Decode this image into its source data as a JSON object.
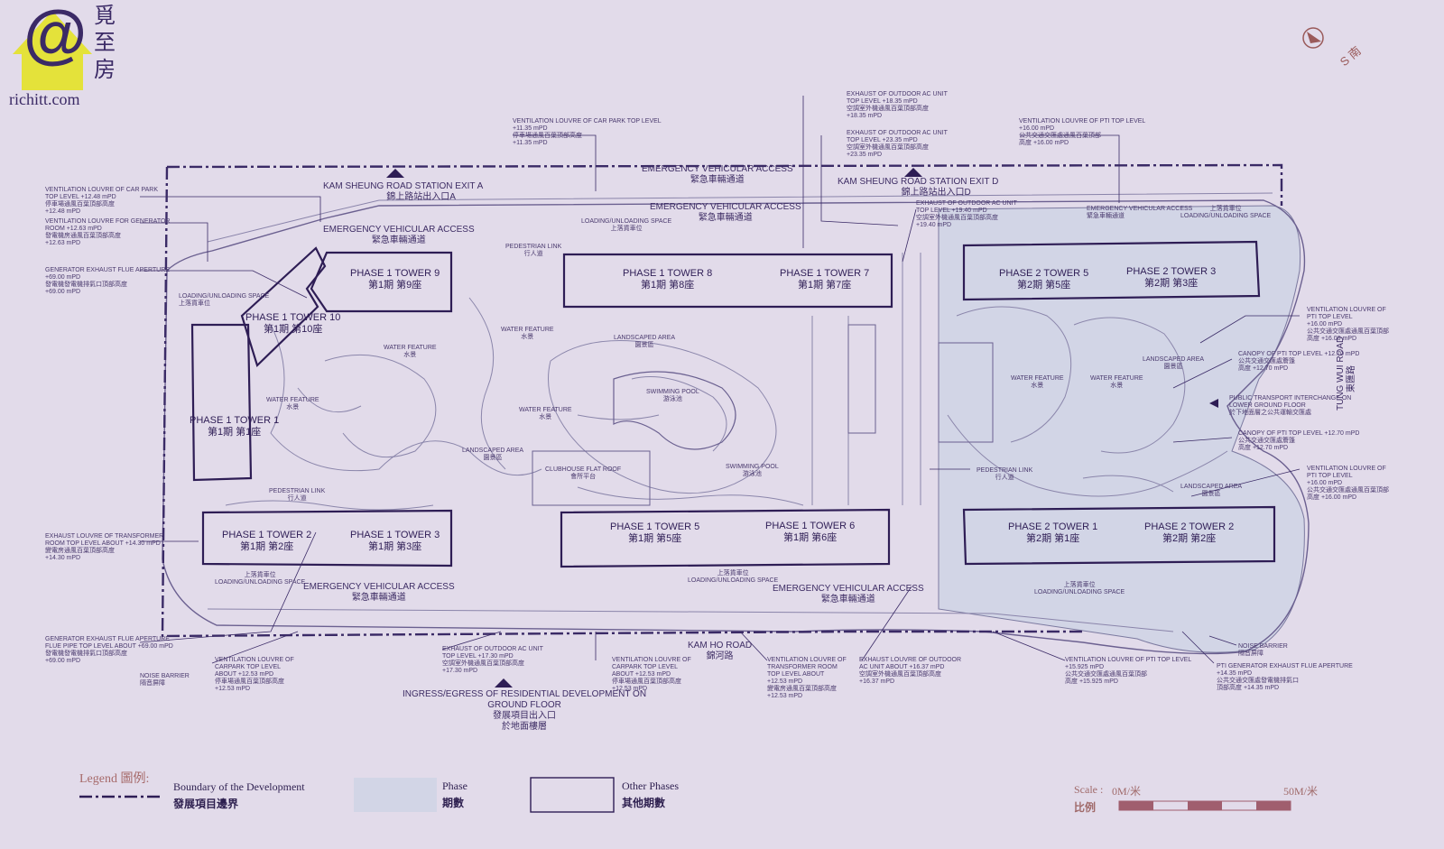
{
  "brand": {
    "logo_symbol": "@",
    "cjk": "覓至房",
    "url": "richitt.com"
  },
  "compass": {
    "label": "S 南"
  },
  "towers": [
    {
      "name": "PHASE 1 TOWER 9",
      "cjk": "第1期 第9座"
    },
    {
      "name": "PHASE 1 TOWER 10",
      "cjk": "第1期 第10座"
    },
    {
      "name": "PHASE 1 TOWER 1",
      "cjk": "第1期 第1座"
    },
    {
      "name": "PHASE 1 TOWER 2",
      "cjk": "第1期 第2座"
    },
    {
      "name": "PHASE 1 TOWER 3",
      "cjk": "第1期 第3座"
    },
    {
      "name": "PHASE 1 TOWER 8",
      "cjk": "第1期 第8座"
    },
    {
      "name": "PHASE 1 TOWER 7",
      "cjk": "第1期 第7座"
    },
    {
      "name": "PHASE 1 TOWER 5",
      "cjk": "第1期 第5座"
    },
    {
      "name": "PHASE 1 TOWER 6",
      "cjk": "第1期 第6座"
    },
    {
      "name": "PHASE 2 TOWER 5",
      "cjk": "第2期 第5座"
    },
    {
      "name": "PHASE 2 TOWER 3",
      "cjk": "第2期 第3座"
    },
    {
      "name": "PHASE 2 TOWER 1",
      "cjk": "第2期 第1座"
    },
    {
      "name": "PHASE 2 TOWER 2",
      "cjk": "第2期 第2座"
    }
  ],
  "access": {
    "eva": "EMERGENCY VEHICULAR ACCESS",
    "eva_cjk": "緊急車輛通道",
    "exit_a": "KAM SHEUNG ROAD STATION EXIT A",
    "exit_a_cjk": "錦上路站出入口A",
    "exit_d": "KAM SHEUNG ROAD STATION EXIT D",
    "exit_d_cjk": "錦上路站出入口D",
    "kam_ho": "KAM HO ROAD",
    "kam_ho_cjk": "錦河路",
    "tung_wui": "TUNG WUI ROAD",
    "tung_wui_cjk": "東匯路",
    "ingress_1": "INGRESS/EGRESS OF RESIDENTIAL DEVELOPMENT ON",
    "ingress_2": "GROUND FLOOR",
    "ingress_cjk_1": "發展項目出入口",
    "ingress_cjk_2": "於地面樓層"
  },
  "features": {
    "water": "WATER FEATURE",
    "water_cjk": "水景",
    "landscape": "LANDSCAPED AREA",
    "landscape_cjk": "園景區",
    "swimming": "SWIMMING POOL",
    "swimming_cjk": "游泳池",
    "clubhouse": "CLUBHOUSE FLAT ROOF",
    "clubhouse_cjk": "會所平台",
    "pedestrian": "PEDESTRIAN LINK",
    "pedestrian_cjk": "行人道",
    "loading": "LOADING/UNLOADING SPACE",
    "loading_cjk": "上落貨車位",
    "pti": "PUBLIC TRANSPORT INTERCHANGE ON",
    "pti_2": "LOWER GROUND FLOOR",
    "pti_cjk": "於下地面層之公共運輸交匯處",
    "noise": "NOISE BARRIER",
    "noise_cjk": "隔音屏障"
  },
  "notes": {
    "n1": [
      "VENTILATION LOUVRE OF CAR PARK TOP LEVEL",
      "+11.35 mPD",
      "停車場通風百葉頂部高度",
      "+11.35 mPD"
    ],
    "n2": [
      "EXHAUST OF OUTDOOR AC UNIT",
      "TOP LEVEL +18.35 mPD",
      "空調室外機通風百葉頂部高度",
      "+18.35 mPD"
    ],
    "n3": [
      "EXHAUST OF OUTDOOR AC UNIT",
      "TOP LEVEL +23.35 mPD",
      "空調室外機通風百葉頂部高度",
      "+23.35 mPD"
    ],
    "n4": [
      "VENTILATION LOUVRE OF PTI TOP LEVEL",
      "+16.00 mPD",
      "公共交通交匯處通風百葉頂部",
      "高度 +16.00 mPD"
    ],
    "n5": [
      "VENTILATION LOUVRE OF CAR PARK",
      "TOP LEVEL +12.48 mPD",
      "停車場通風百葉頂部高度",
      "+12.48 mPD"
    ],
    "n6": [
      "VENTILATION LOUVRE FOR GENERATOR",
      "ROOM +12.63 mPD",
      "發電機房通風百葉頂部高度",
      "+12.63 mPD"
    ],
    "n7": [
      "GENERATOR EXHAUST FLUE APERTURE",
      "+69.00 mPD",
      "發電機發電機排氣口頂部高度",
      "+69.00 mPD"
    ],
    "n8": [
      "EXHAUST OF OUTDOOR AC UNIT",
      "TOP LEVEL +19.40 mPD",
      "空調室外機通風百葉頂部高度",
      "+19.40 mPD"
    ],
    "n9": [
      "VENTILATION LOUVRE OF",
      "PTI TOP LEVEL",
      "+16.00 mPD",
      "公共交通交匯處通風百葉頂部",
      "高度 +16.00 mPD"
    ],
    "n10": [
      "CANOPY OF PTI TOP LEVEL +12.70 mPD",
      "公共交通交匯處簷篷",
      "高度 +12.70 mPD"
    ],
    "n11": [
      "CANOPY OF PTI TOP LEVEL +12.70 mPD",
      "公共交通交匯處簷篷",
      "高度 +12.70 mPD"
    ],
    "n12": [
      "VENTILATION LOUVRE OF",
      "PTI TOP LEVEL",
      "+16.00 mPD",
      "公共交通交匯處通風百葉頂部",
      "高度 +16.00 mPD"
    ],
    "n13": [
      "EXHAUST LOUVRE OF TRANSFORMER",
      "ROOM TOP LEVEL ABOUT +14.30 mPD",
      "變電房通風百葉頂部高度",
      "+14.30 mPD"
    ],
    "n14": [
      "GENERATOR EXHAUST FLUE APERTURE",
      "FLUE PIPE TOP LEVEL ABOUT +69.00 mPD",
      "發電機發電機排氣口頂部高度",
      "+69.00 mPD"
    ],
    "n15": [
      "VENTILATION LOUVRE OF",
      "CARPARK TOP LEVEL",
      "ABOUT +12.53 mPD",
      "停車場通風百葉頂部高度",
      "+12.53 mPD"
    ],
    "n16": [
      "EXHAUST OF OUTDOOR AC UNIT",
      "TOP LEVEL +17.30 mPD",
      "空調室外機通風百葉頂部高度",
      "+17.30 mPD"
    ],
    "n17": [
      "VENTILATION LOUVRE OF",
      "CARPARK TOP LEVEL",
      "ABOUT +12.53 mPD",
      "停車場通風百葉頂部高度",
      "+12.53 mPD"
    ],
    "n18": [
      "VENTILATION LOUVRE OF",
      "TRANSFORMER ROOM",
      "TOP LEVEL ABOUT",
      "+12.53 mPD",
      "變電房通風百葉頂部高度",
      "+12.53 mPD"
    ],
    "n19": [
      "EXHAUST LOUVRE OF OUTDOOR",
      "AC UNIT ABOUT +16.37 mPD",
      "空調室外機通風百葉頂部高度",
      "+16.37 mPD"
    ],
    "n20": [
      "VENTILATION LOUVRE OF PTI TOP LEVEL",
      "+15.925 mPD",
      "公共交通交匯處通風百葉頂部",
      "高度 +15.925 mPD"
    ],
    "n21": [
      "PTI GENERATOR EXHAUST FLUE APERTURE",
      "+14.35 mPD",
      "公共交通交匯處發電機排氣口",
      "頂部高度 +14.35 mPD"
    ]
  },
  "legend": {
    "title": "Legend 圖例:",
    "boundary": "Boundary of the Development",
    "boundary_cjk": "發展項目邊界",
    "phase": "Phase",
    "phase_cjk": "期數",
    "other": "Other Phases",
    "other_cjk": "其他期數",
    "scale_label": "Scale :",
    "scale_zero": "0M/米",
    "scale_end": "50M/米",
    "scale_cjk": "比例"
  },
  "colors": {
    "background": "#e2dbea",
    "line": "#3a2a66",
    "phase_fill": "#d2d5e6",
    "legend_title": "#a66a6a",
    "scale_bar": "#a05e6e"
  }
}
